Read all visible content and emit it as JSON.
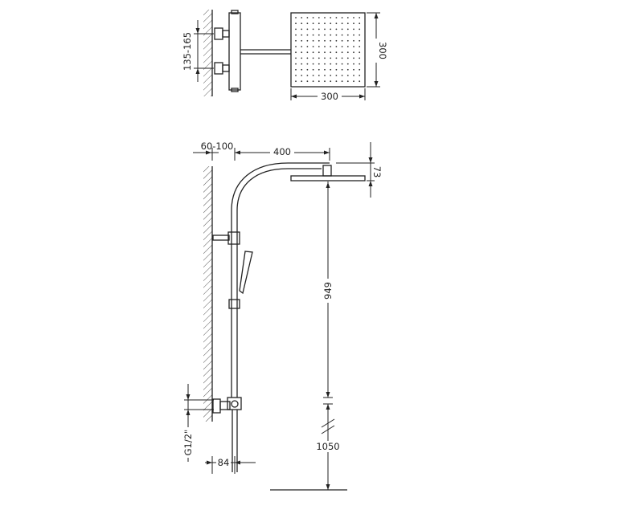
{
  "top_view": {
    "spacing_label": "135-165",
    "head_width_label": "300",
    "head_height_label": "300"
  },
  "side_view": {
    "wall_offset_label": "60-100",
    "arm_length_label": "400",
    "head_thickness_label": "73",
    "head_height_label": "949",
    "mount_height_label": "1050",
    "inlet_label": "G1/2\"",
    "depth_label": "84"
  }
}
